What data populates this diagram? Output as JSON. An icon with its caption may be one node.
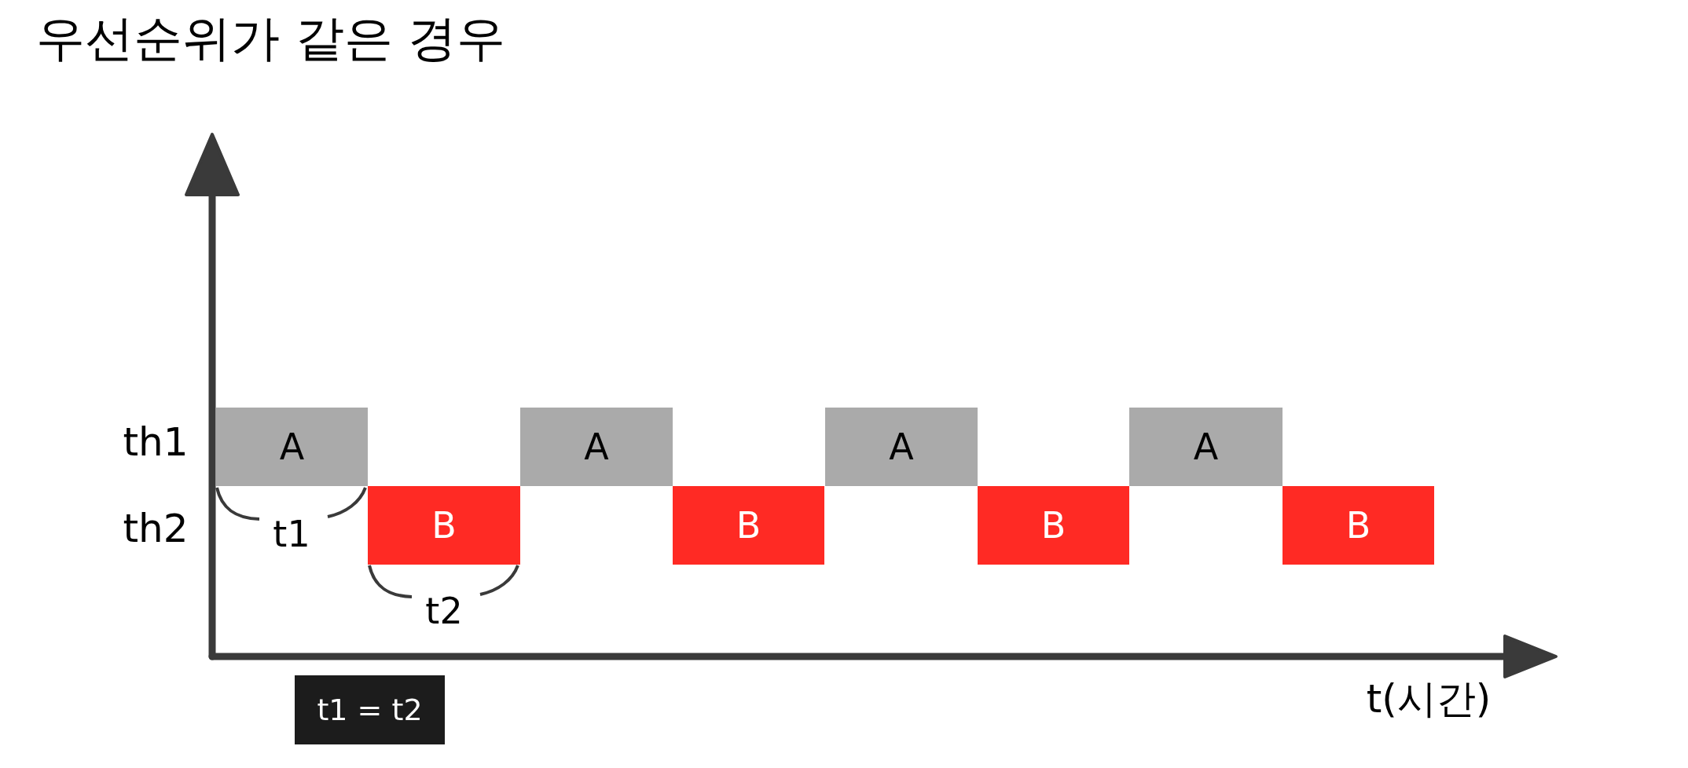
{
  "diagram": {
    "title": "우선순위가 같은 경우",
    "nodes": [
      {
        "text": [
          "A"
        ]
      },
      {
        "text": [
          "B"
        ]
      },
      {
        "text": [
          "A"
        ]
      },
      {
        "text": [
          "B"
        ]
      },
      {
        "text": [
          "A"
        ]
      },
      {
        "text": [
          "B"
        ]
      },
      {
        "text": [
          "A"
        ]
      },
      {
        "text": [
          "B"
        ]
      },
      {
        "text": [
          "t1 = t2"
        ]
      }
    ],
    "labels": [
      "th1",
      "th2",
      "t1",
      "t2",
      "t(시간)"
    ]
  }
}
